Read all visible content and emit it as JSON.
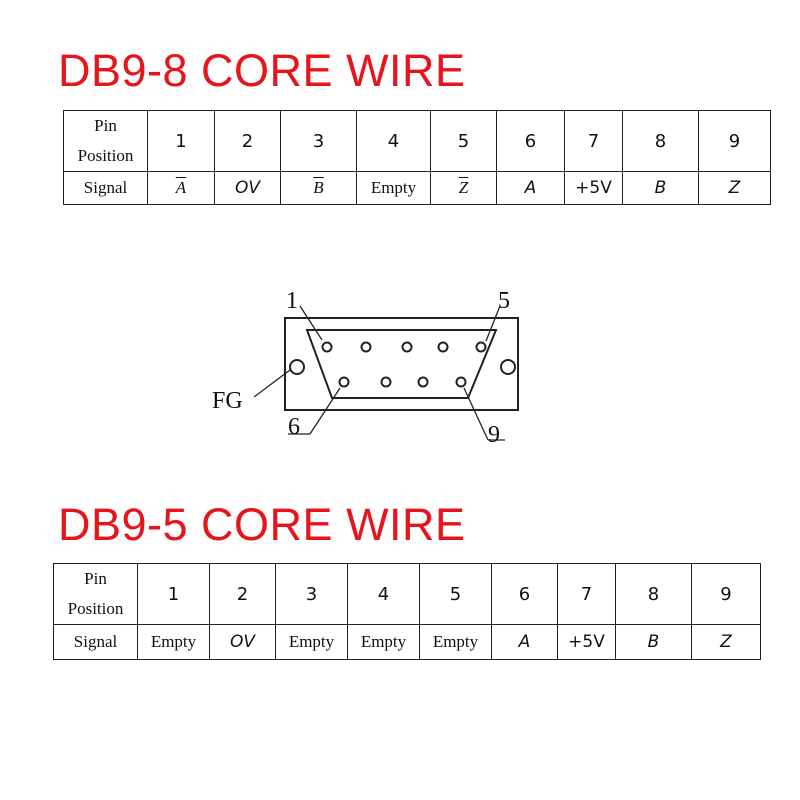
{
  "section1": {
    "title": "DB9-8 CORE WIRE",
    "row_header_position": [
      "Pin",
      "Position"
    ],
    "row_header_signal": "Signal",
    "pins": [
      "1",
      "2",
      "3",
      "4",
      "5",
      "6",
      "7",
      "8",
      "9"
    ],
    "signals": [
      "A",
      "OV",
      "B",
      "Empty",
      "Z",
      "A",
      "+5V",
      "B",
      "Z"
    ]
  },
  "diagram": {
    "labels": {
      "pin_1": "1",
      "pin_5": "5",
      "pin_6": "6",
      "pin_9": "9",
      "frame_ground": "FG"
    }
  },
  "section2": {
    "title": "DB9-5 CORE WIRE",
    "row_header_position": [
      "Pin",
      "Position"
    ],
    "row_header_signal": "Signal",
    "pins": [
      "1",
      "2",
      "3",
      "4",
      "5",
      "6",
      "7",
      "8",
      "9"
    ],
    "signals": [
      "Empty",
      "OV",
      "Empty",
      "Empty",
      "Empty",
      "A",
      "+5V",
      "B",
      "Z"
    ]
  }
}
